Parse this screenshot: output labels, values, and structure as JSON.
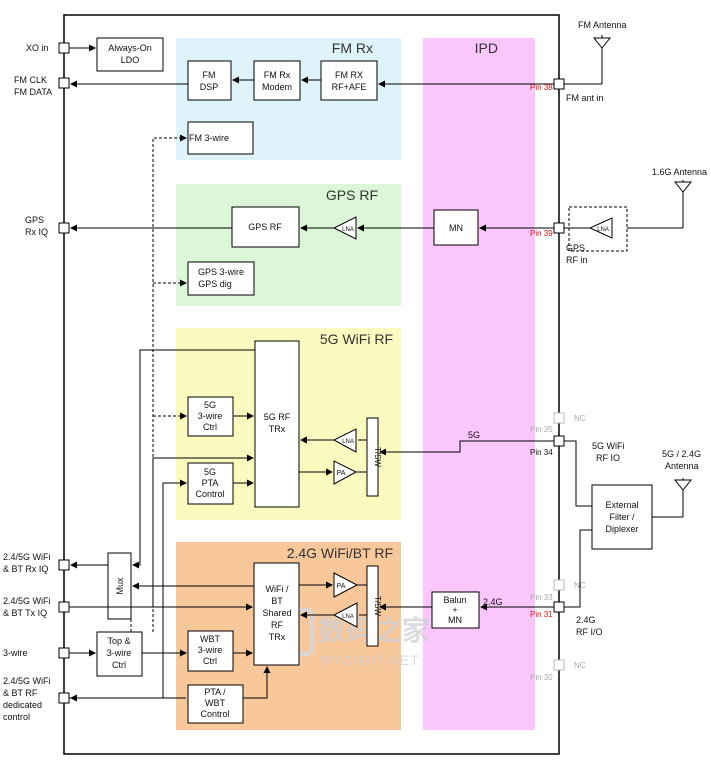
{
  "sections": {
    "fm_rx": "FM Rx",
    "ipd": "IPD",
    "gps_rf": "GPS RF",
    "wifi5g_rf": "5G WiFi RF",
    "wifi24_bt_rf": "2.4G WiFi/BT RF"
  },
  "left_pins": {
    "xo_in": "XO in",
    "fm_clk": "FM CLK",
    "fm_data": "FM DATA",
    "gps": "GPS",
    "rx_iq": "Rx IQ",
    "wifi_rx_1": "2.4/5G WiFi",
    "wifi_rx_2": "& BT Rx IQ",
    "wifi_tx_1": "2.4/5G WiFi",
    "wifi_tx_2": "& BT Tx IQ",
    "three_wire": "3-wire",
    "rf_ctrl_1": "2.4/5G WiFi",
    "rf_ctrl_2": "& BT RF",
    "rf_ctrl_3": "dedicated",
    "rf_ctrl_4": "control"
  },
  "blocks": {
    "ldo_1": "Always-On",
    "ldo_2": "LDO",
    "fm_dsp_1": "FM",
    "fm_dsp_2": "DSP",
    "fm_modem_1": "FM Rx",
    "fm_modem_2": "Modem",
    "fm_afe_1": "FM RX",
    "fm_afe_2": "RF+AFE",
    "fm_3wire": "FM 3-wire",
    "gps_rf": "GPS RF",
    "gps_3wire_1": "GPS 3-wire",
    "gps_3wire_2": "GPS dig",
    "mn": "MN",
    "lna": "LNA",
    "rf5g_1": "5G RF",
    "rf5g_2": "TRx",
    "ctrl5g_1": "5G",
    "ctrl5g_2": "3-wire",
    "ctrl5g_3": "Ctrl",
    "pta5g_1": "5G",
    "pta5g_2": "PTA",
    "pta5g_3": "Control",
    "pa": "PA",
    "tsw": "T/SW",
    "mux": "Mux",
    "top_ctrl_1": "Top &",
    "top_ctrl_2": "3-wire",
    "top_ctrl_3": "Ctrl",
    "wbt_trx_1": "WiFi /",
    "wbt_trx_2": "BT",
    "wbt_trx_3": "Shared",
    "wbt_trx_4": "RF",
    "wbt_trx_5": "TRx",
    "wbt_ctrl_1": "WBT",
    "wbt_ctrl_2": "3-wire",
    "wbt_ctrl_3": "Ctrl",
    "wbt_pta_1": "PTA /",
    "wbt_pta_2": "WBT",
    "wbt_pta_3": "Control",
    "balun_1": "Balun",
    "balun_2": "+",
    "balun_3": "MN",
    "filter_1": "External",
    "filter_2": "Filter /",
    "filter_3": "Diplexer"
  },
  "pins": {
    "p38": "Pin 38",
    "p39": "Pin 39",
    "p35": "Pin 35",
    "p34": "Pin 34",
    "p33": "Pin 33",
    "p31": "Pin 31",
    "p30": "Pin 30",
    "nc": "NC"
  },
  "right_labels": {
    "fm_antenna": "FM Antenna",
    "fm_ant_in": "FM ant in",
    "gps_antenna": "1.6G Antenna",
    "gps_1": "GPS",
    "gps_2": "RF in",
    "wifi5g_io_1": "5G WiFi",
    "wifi5g_io_2": "RF IO",
    "ant_combo_1": "5G / 2.4G",
    "ant_combo_2": "Antenna",
    "rf_24_1": "2.4G",
    "rf_24_2": "RF I/O",
    "sig_5g": "5G",
    "sig_24g": "2.4G"
  },
  "watermark": {
    "cn": "数码之家",
    "en": "MYDIGIT.NET"
  }
}
